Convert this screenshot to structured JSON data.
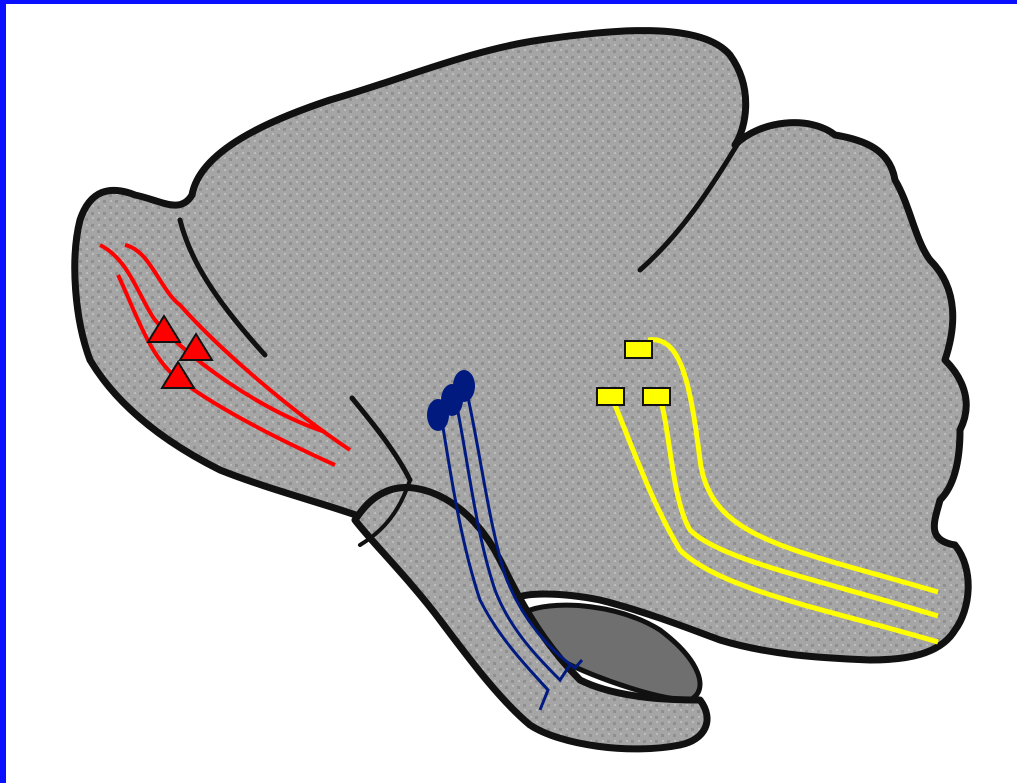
{
  "frame_color": "#0a10ff",
  "background_color": "#ffffff",
  "brain": {
    "fill": "#a5a5a5",
    "stipple": "#8f8f8f",
    "stipple_light": "#bcbcbc",
    "outline": "#111111",
    "ventricle_fill": "#6f6f6f"
  },
  "pathways": [
    {
      "name": "red-pathway",
      "color": "#ff0000",
      "marker": "triangle",
      "marker_count": 3
    },
    {
      "name": "blue-pathway",
      "color": "#001a80",
      "marker": "ellipse",
      "marker_count": 3
    },
    {
      "name": "yellow-pathway",
      "color": "#ffff00",
      "marker": "rectangle",
      "marker_count": 3
    }
  ]
}
